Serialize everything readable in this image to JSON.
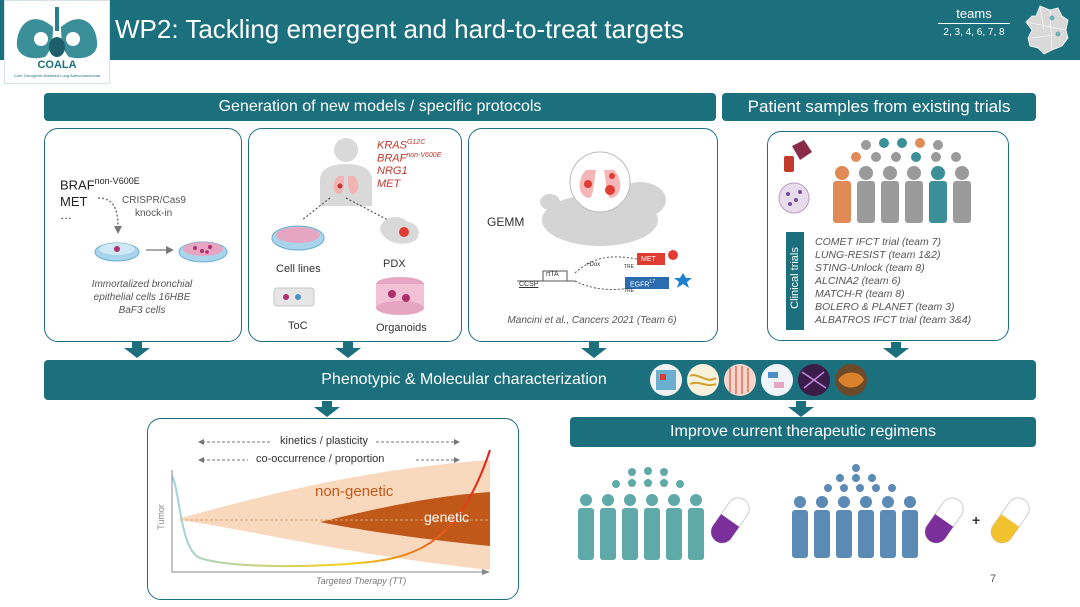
{
  "header": {
    "logo_text": "COALA",
    "logo_subtitle": "Core Oncogene-Addicted Lung Adenocarcinoma",
    "title": "WP2: Tackling emergent and hard-to-treat targets",
    "teams_label": "teams",
    "teams_numbers": "2, 3, 4, 6, 7, 8"
  },
  "sections": {
    "models_bar": "Generation of new models / specific protocols",
    "samples_bar": "Patient samples from existing trials",
    "characterization_bar": "Phenotypic & Molecular characterization",
    "regimens_bar": "Improve current therapeutic regimens"
  },
  "panel1": {
    "braf": "BRAF",
    "braf_sup": "non-V600E",
    "met": "MET",
    "ellipsis": "…",
    "crispr": "CRISPR/Cas9",
    "knockin": "knock-in",
    "cells_line1": "Immortalized bronchial",
    "cells_line2": "epithelial cells 16HBE",
    "cells_line3": "BaF3 cells"
  },
  "panel2": {
    "kras": "KRAS",
    "kras_sup": "G12C",
    "braf": "BRAF",
    "braf_sup": "non-V600E",
    "nrg1": "NRG1",
    "met": "MET",
    "cell_lines": "Cell lines",
    "pdx": "PDX",
    "toc": "ToC",
    "organoids": "Organoids"
  },
  "panel3": {
    "gemm": "GEMM",
    "ccsp": "CCSP",
    "rtta": "rtTA",
    "dox": "+Dox",
    "tre1": "TRE",
    "tre2": "TRE",
    "met": "MET",
    "egfr": "EGFR",
    "egfr_sup": "L7",
    "citation": "Mancini et al., Cancers 2021 (Team 6)"
  },
  "panel4": {
    "clinical_trials": "Clinical trials",
    "trials": [
      "COMET IFCT trial (team 7)",
      "LUNG-RESIST (team 1&2)",
      "STING-Unlock (team 8)",
      "ALCINA2 (team 6)",
      "MATCH-R (team 8)",
      "BOLERO & PLANET (team 3)",
      "ALBATROS IFCT trial (team 3&4)"
    ]
  },
  "plot": {
    "kinetics": "kinetics / plasticity",
    "cooccurrence": "co-occurrence / proportion",
    "non_genetic": "non-genetic",
    "genetic": "genetic",
    "ylabel": "Tumor",
    "xlabel": "Targeted Therapy (TT)"
  },
  "page_number": "7",
  "colors": {
    "brand": "#1c6f7d",
    "red": "#c0392b",
    "orange": "#c0581a",
    "peach": "#f6c9a3"
  }
}
